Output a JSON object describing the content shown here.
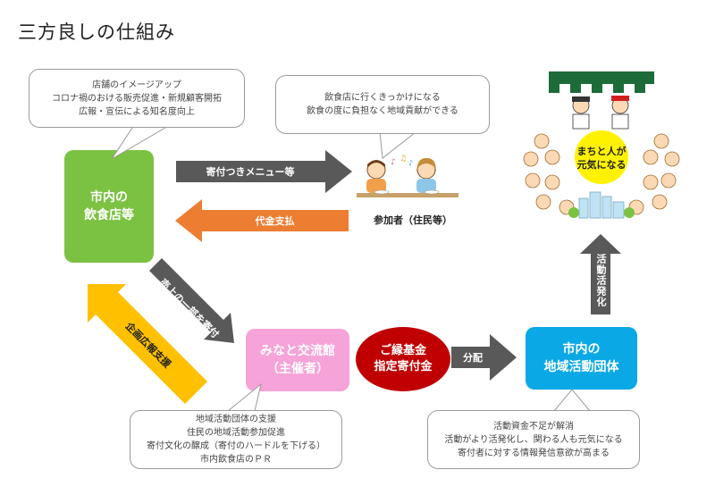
{
  "title": "三方良しの仕組み",
  "bubbles": {
    "restaurant": [
      "店舗のイメージアップ",
      "コロナ禍のおける販売促進・新規顧客開拓",
      "広報・宣伝による知名度向上"
    ],
    "participant": [
      "飲食店に行くきっかけになる",
      "飲食の度に負担なく地域貢献ができる"
    ],
    "organizer": [
      "地域活動団体の支援",
      "住民の地域活動参加促進",
      "寄付文化の醸成（寄付のハードルを下げる）",
      "市内飲食店のＰＲ"
    ],
    "groups": [
      "活動資金不足が解消",
      "活動がより活発化し、関わる人も元気になる",
      "寄付者に対する情報発信意欲が高まる"
    ]
  },
  "boxes": {
    "restaurant": [
      "市内の",
      "飲食店等"
    ],
    "organizer": [
      "みなと交流館",
      "（主催者）"
    ],
    "fund": [
      "ご縁基金",
      "指定寄付金"
    ],
    "groups": [
      "市内の",
      "地域活動団体"
    ]
  },
  "participant_label": "参加者（住民等）",
  "arrows": {
    "menu": "寄付つきメニュー等",
    "payment": "代金支払",
    "donation": "売上の一部を寄付",
    "support": "企画広報支援",
    "distribution": "分配",
    "activation": "活動活発化"
  },
  "town_label": [
    "まちと人が",
    "元気になる"
  ],
  "colors": {
    "green": "#7cc242",
    "pink": "#f5a3d8",
    "red": "#c00000",
    "blue": "#0ba8e6",
    "gray_arrow": "#595959",
    "orange_arrow": "#ed7d31",
    "yellow_arrow": "#ffc000",
    "yellow_circle": "#fff200"
  }
}
